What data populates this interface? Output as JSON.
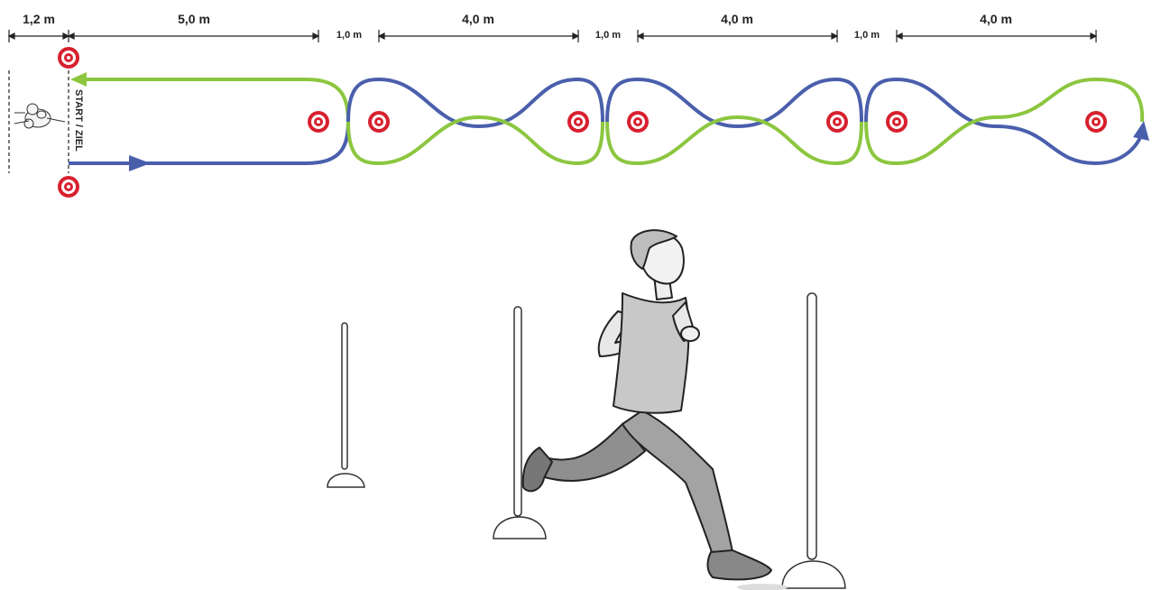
{
  "dimensions": [
    {
      "label": "1,2 m"
    },
    {
      "label": "5,0 m"
    },
    {
      "label": "1,0 m"
    },
    {
      "label": "4,0 m"
    },
    {
      "label": "1,0 m"
    },
    {
      "label": "4,0 m"
    },
    {
      "label": "1,0 m"
    },
    {
      "label": "4,0 m"
    }
  ],
  "start_label": "START / ZIEL",
  "colors": {
    "blue_path": "#4a5fac",
    "green_path": "#8cc63f",
    "target_red": "#d7202e",
    "dimension_line": "#222222"
  },
  "icons": [
    "target-icon",
    "runner-illustration",
    "slalom-pole-icon",
    "coach-figure-icon"
  ]
}
